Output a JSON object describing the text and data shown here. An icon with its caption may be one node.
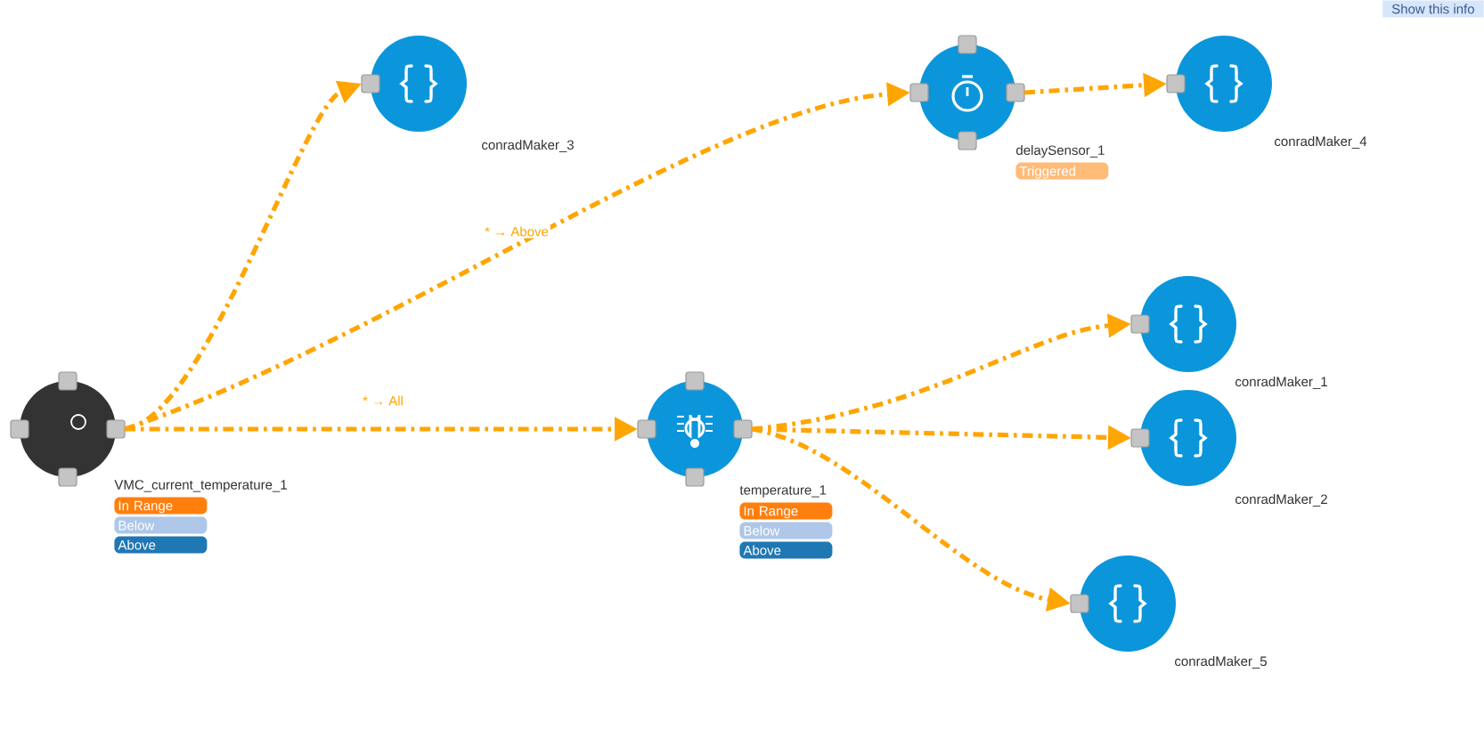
{
  "diagram": {
    "nodes": [
      {
        "text": [
          "conradMaker_3"
        ]
      },
      {
        "text": [
          "delaySensor_1",
          "Triggered"
        ]
      },
      {
        "text": [
          "conradMaker_4"
        ]
      },
      {
        "text": [
          "conradMaker_1"
        ]
      },
      {
        "text": [
          "VMC_current_temperature_1",
          "In Range",
          "Below",
          "Above"
        ]
      },
      {
        "text": [
          "temperature_1",
          "In Range",
          "Below",
          "Above"
        ]
      },
      {
        "text": [
          "conradMaker_2"
        ]
      },
      {
        "text": [
          "conradMaker_5"
        ]
      }
    ],
    "edges": [
      {
        "from": 4,
        "to": 0,
        "arrow": "to"
      },
      {
        "from": 4,
        "to": 1,
        "arrow": "to",
        "label": "* → Above"
      },
      {
        "from": 1,
        "to": 2,
        "arrow": "to"
      },
      {
        "from": 4,
        "to": 5,
        "arrow": "to",
        "label": "* → All"
      },
      {
        "from": 5,
        "to": 3,
        "arrow": "to"
      },
      {
        "from": 5,
        "to": 6,
        "arrow": "to"
      },
      {
        "from": 5,
        "to": 7,
        "arrow": "to"
      }
    ],
    "labels": [
      "Show this info"
    ]
  }
}
